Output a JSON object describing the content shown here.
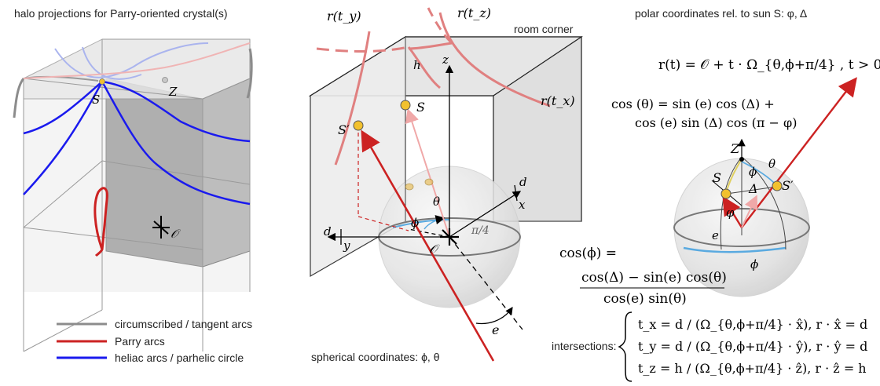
{
  "panels": {
    "left_title": "halo projections for Parry-oriented crystal(s)",
    "middle_caption": "spherical coordinates: ϕ, θ",
    "right_title": "polar coordinates rel. to sun S: φ, Δ"
  },
  "legend": [
    {
      "label": "circumscribed / tangent arcs",
      "color": "#8c8c8c"
    },
    {
      "label": "Parry arcs",
      "color": "#cc2222"
    },
    {
      "label": "heliac arcs / parhelic circle",
      "color": "#1a1aee"
    }
  ],
  "left_labels": {
    "sun": "S",
    "zenith": "Z",
    "origin": "𝒪"
  },
  "middle_labels": {
    "room_corner": "room corner",
    "r_ty": "r(t_y)",
    "r_tz": "r(t_z)",
    "r_tx": "r(t_x)",
    "h": "h",
    "z": "z",
    "x": "x",
    "y": "y",
    "d_x": "d",
    "d_y": "d",
    "S": "S",
    "S_prime": "S′",
    "theta": "θ",
    "phi": "ϕ",
    "pi_over_4": "π/4",
    "origin": "𝒪",
    "e": "e"
  },
  "right_labels": {
    "Z": "Z",
    "S": "S",
    "S_prime": "S′",
    "phi": "ϕ",
    "theta": "θ",
    "delta": "Δ",
    "varphi": "φ",
    "e": "e"
  },
  "colors": {
    "parry": "#cc2222",
    "heliac": "#1a1aee",
    "tangent": "#8c8c8c",
    "sun": "#f2c12e",
    "ray_faint": "#f0a8a8",
    "curve_pink": "#e08080",
    "blue_arc": "#5aaae0"
  },
  "formulas": {
    "ray": "r(t) = 𝒪 + t · Ω_{θ,ϕ+π/4} ,   t > 0",
    "cos_theta_1": "cos (θ) = sin (e) cos (Δ) +",
    "cos_theta_2": "cos (e) sin (Δ) cos (π − φ)",
    "cos_phi_lhs": "cos(ϕ) =",
    "cos_phi_num": "cos(Δ) − sin(e) cos(θ)",
    "cos_phi_den": "cos(e) sin(θ)",
    "intersections_label": "intersections:",
    "tx": "t_x = d / (Ω_{θ,ϕ+π/4} · x̂),   r · x̂ = d",
    "ty": "t_y = d / (Ω_{θ,ϕ+π/4} · ŷ),   r · ŷ = d",
    "tz": "t_z = h / (Ω_{θ,ϕ+π/4} · ẑ),   r · ẑ = h"
  }
}
